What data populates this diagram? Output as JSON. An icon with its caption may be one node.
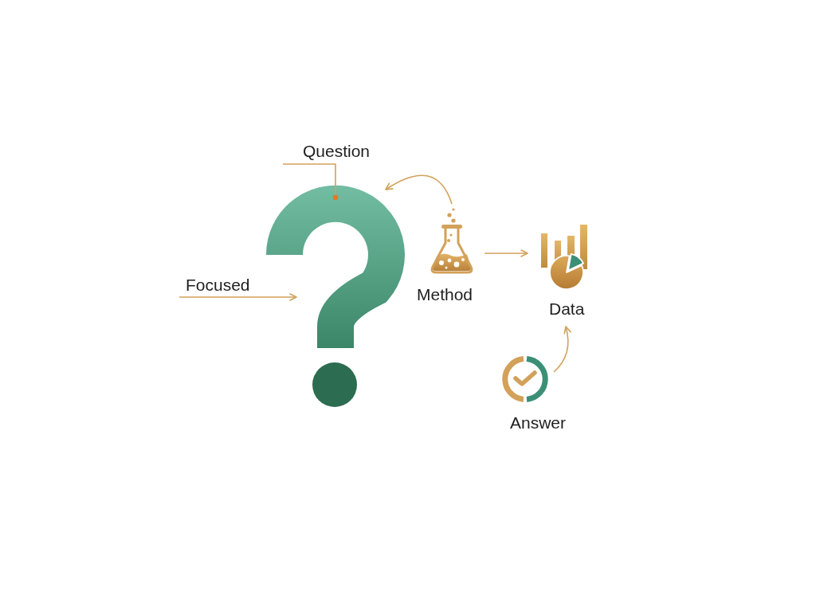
{
  "diagram": {
    "nodes": [
      {
        "text": [
          "Question"
        ]
      },
      {
        "text": [],
        "shape": "picture"
      },
      {
        "text": [
          "Focused"
        ]
      },
      {
        "text": [
          "Method"
        ]
      },
      {
        "text": [
          "Data"
        ]
      },
      {
        "text": [
          "Answer"
        ]
      }
    ],
    "edges": [
      {
        "from": 0,
        "to": 1,
        "arrow": "other"
      },
      {
        "from": 2,
        "to": 1,
        "arrow": "to"
      },
      {
        "from": 3,
        "to": 1,
        "arrow": "to"
      },
      {
        "from": 3,
        "to": 4,
        "arrow": "to"
      },
      {
        "from": 5,
        "to": 4,
        "arrow": "to"
      }
    ]
  }
}
